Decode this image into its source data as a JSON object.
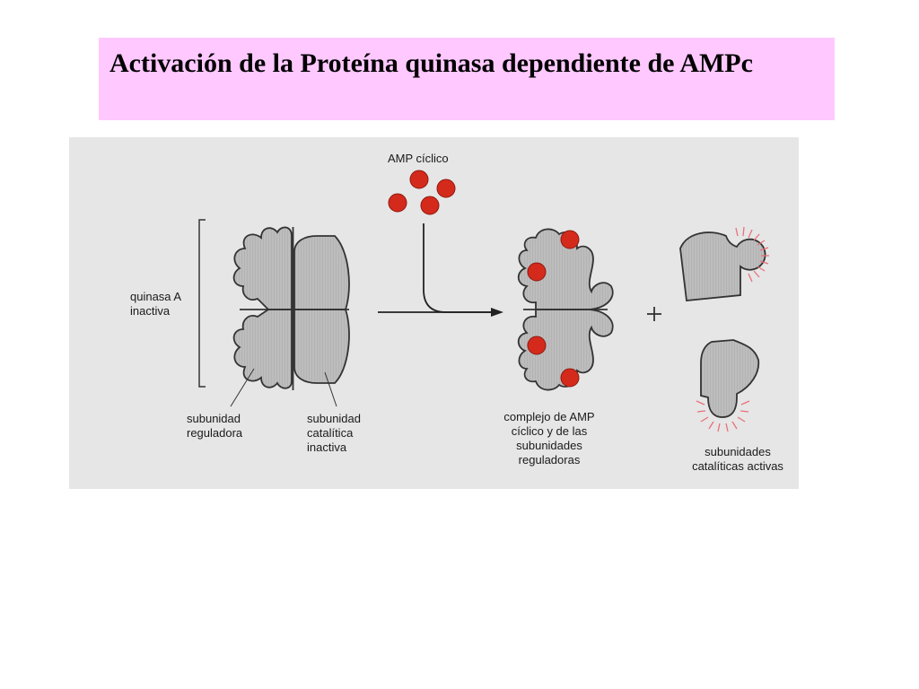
{
  "slide": {
    "title": "Activación de la Proteína quinasa dependiente de AMPc"
  },
  "figure": {
    "labels": {
      "camp": "AMP cíclico",
      "inactive_kinase": "quinasa A\ninactiva",
      "regulatory_subunit": "subunidad\nreguladora",
      "catalytic_inactive": "subunidad\ncatalítica\ninactiva",
      "complex": "complejo de AMP\ncíclico y de las\nsubunidades\nreguladoras",
      "active_catalytic": "subunidades\ncatalíticas activas"
    },
    "colors": {
      "subunit_fill": "#bdbdbd",
      "outline": "#333333",
      "camp_molecule": "#d42a1c",
      "activity_rays": "#e8707a",
      "background": "#e6e6e6"
    }
  }
}
